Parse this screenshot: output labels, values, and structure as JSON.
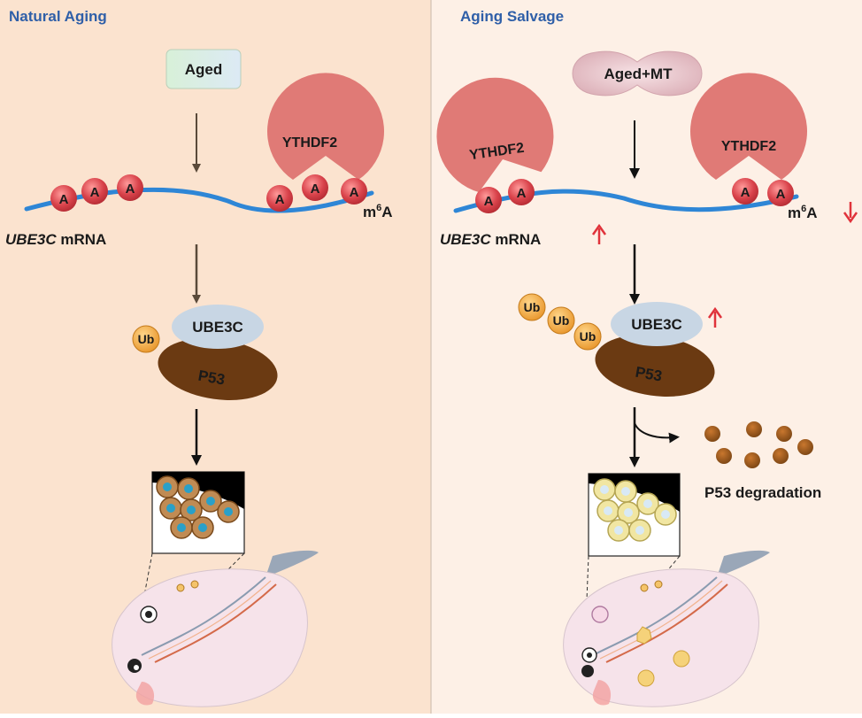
{
  "panels": {
    "left": {
      "title": "Natural Aging",
      "condition": "Aged",
      "reader": "YTHDF2",
      "base": "A",
      "mark_base": "m",
      "mark_sup": "6",
      "mark_tail": "A",
      "gene_italic": "UBE3C",
      "gene_suffix": " mRNA",
      "ligase": "UBE3C",
      "ubiquitin": "Ub",
      "substrate": "P53"
    },
    "right": {
      "title": "Aging Salvage",
      "condition": "Aged+MT",
      "reader": "YTHDF2",
      "base": "A",
      "mark_base": "m",
      "mark_sup": "6",
      "mark_tail": "A",
      "gene_italic": "UBE3C",
      "gene_suffix": " mRNA",
      "ligase": "UBE3C",
      "ubiquitin": "Ub",
      "substrate": "P53",
      "outcome": "P53 degradation"
    }
  },
  "colors": {
    "left_bg": "#fbe3cf",
    "right_bg": "#fdf0e6",
    "title": "#2f5fa8",
    "mrna": "#2e86d6",
    "adenosine": "#d9434b",
    "ythdf2": "#e07a76",
    "ligase": "#c8d6e4",
    "p53": "#6b3a12",
    "ubiquitin": "#f2a93b",
    "up_arrow": "#e0333b",
    "down_arrow": "#e0333b"
  },
  "indicators": {
    "m6a_level": "down",
    "ube3c_mrna": "up",
    "ube3c_protein": "up"
  }
}
